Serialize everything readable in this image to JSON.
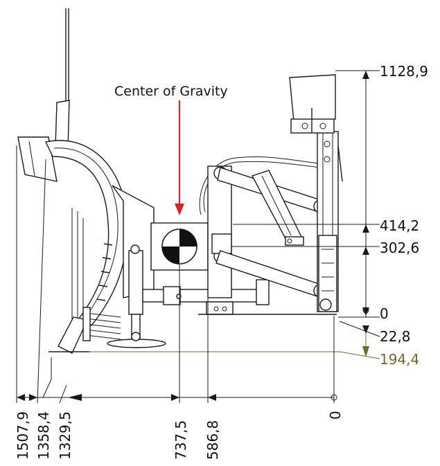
{
  "title": "Center of Gravity",
  "colors": {
    "arrow": "#e02020",
    "line": "#1a1a1a",
    "highlight": "#6b6b2e"
  },
  "vertical_dims": [
    {
      "label": "1128,9"
    },
    {
      "label": "414,2"
    },
    {
      "label": "302,6"
    },
    {
      "label": "0"
    },
    {
      "label": "22,8"
    },
    {
      "label": "194,4"
    }
  ],
  "horizontal_dims": [
    {
      "label": "1507,9"
    },
    {
      "label": "1358,4"
    },
    {
      "label": "1329,5"
    },
    {
      "label": "737,5"
    },
    {
      "label": "586,8"
    },
    {
      "label": "0"
    }
  ]
}
